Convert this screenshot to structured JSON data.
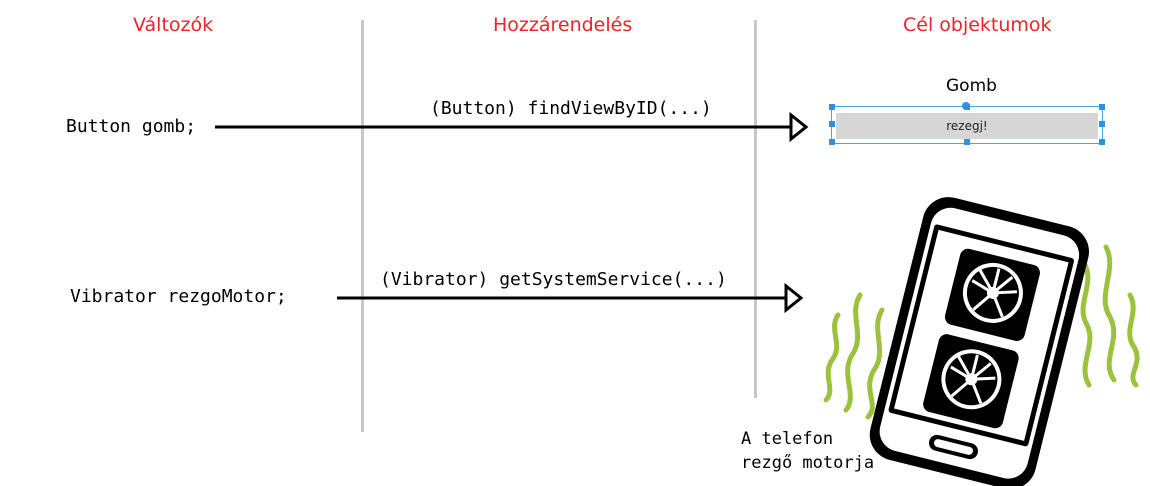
{
  "headers": {
    "variables": "Változók",
    "assignment": "Hozzárendelés",
    "targets": "Cél objektumok"
  },
  "rows": [
    {
      "variable": "Button gomb;",
      "method": "(Button) findViewByID(...)"
    },
    {
      "variable": "Vibrator rezgoMotor;",
      "method": "(Vibrator) getSystemService(...)"
    }
  ],
  "button_target": {
    "title": "Gomb",
    "button_text": "rezegj!"
  },
  "phone_target": {
    "caption_line1": "A telefon",
    "caption_line2": "rezgő motorja"
  },
  "colors": {
    "header": "#e8242b",
    "divider": "#c8c8c8",
    "selection": "#2f8fe0",
    "vibration": "#9bc23c",
    "button_bg": "#d6d6d6"
  },
  "icons": [
    "arrow-icon",
    "phone-icon",
    "vibration-motor-icon",
    "vibration-wave-icon"
  ]
}
